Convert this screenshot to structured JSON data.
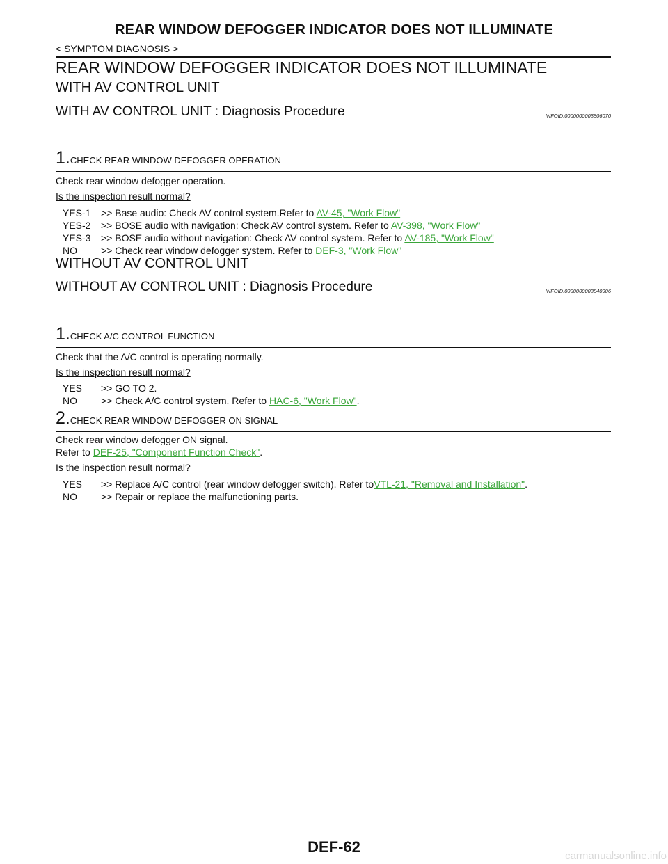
{
  "header": {
    "title": "REAR WINDOW DEFOGGER INDICATOR DOES NOT ILLUMINATE",
    "breadcrumb": "< SYMPTOM DIAGNOSIS >"
  },
  "section_title": "REAR WINDOW DEFOGGER INDICATOR DOES NOT ILLUMINATE",
  "with_av": {
    "heading": "WITH AV CONTROL UNIT",
    "procedure_title": "WITH AV CONTROL UNIT : Diagnosis Procedure",
    "infoid": "INFOID:0000000003806070",
    "step1": {
      "number": "1",
      "title": "CHECK REAR WINDOW DEFOGGER OPERATION",
      "instruction": "Check rear window defogger operation.",
      "question": "Is the inspection result normal?",
      "answers": [
        {
          "key": "YES-1",
          "text": ">> Base audio: Check AV control system.Refer to ",
          "link": "AV-45, \"Work Flow\"",
          "suffix": ""
        },
        {
          "key": "YES-2",
          "text": ">> BOSE audio with navigation: Check AV control system. Refer to ",
          "link": "AV-398, \"Work Flow\"",
          "suffix": ""
        },
        {
          "key": "YES-3",
          "text": ">> BOSE audio without navigation: Check AV control system. Refer to ",
          "link": "AV-185, \"Work Flow\"",
          "suffix": ""
        },
        {
          "key": "NO",
          "text": ">> Check rear window defogger system. Refer to ",
          "link": "DEF-3, \"Work Flow\"",
          "suffix": ""
        }
      ]
    }
  },
  "without_av": {
    "heading": "WITHOUT AV CONTROL UNIT",
    "procedure_title": "WITHOUT AV CONTROL UNIT : Diagnosis Procedure",
    "infoid": "INFOID:0000000003840906",
    "step1": {
      "number": "1",
      "title": "CHECK A/C CONTROL FUNCTION",
      "instruction": "Check that the A/C control is operating normally.",
      "question": "Is the inspection result normal?",
      "answers": [
        {
          "key": "YES",
          "text": ">> GO TO 2.",
          "link": "",
          "suffix": ""
        },
        {
          "key": "NO",
          "text": ">> Check A/C control system. Refer to ",
          "link": "HAC-6, \"Work Flow\"",
          "suffix": "."
        }
      ]
    },
    "step2": {
      "number": "2",
      "title": "CHECK REAR WINDOW DEFOGGER ON SIGNAL",
      "instruction": "Check rear window defogger ON signal.",
      "refer_prefix": "Refer to ",
      "refer_link": "DEF-25, \"Component Function Check\"",
      "refer_suffix": ".",
      "question": "Is the inspection result normal?",
      "answers": [
        {
          "key": "YES",
          "text": ">> Replace A/C control (rear window defogger switch). Refer to",
          "link": "VTL-21, \"Removal and Installation\"",
          "suffix": "."
        },
        {
          "key": "NO",
          "text": ">> Repair or replace the malfunctioning parts.",
          "link": "",
          "suffix": ""
        }
      ]
    }
  },
  "footer": {
    "page_number": "DEF-62",
    "watermark": "carmanualsonline.info"
  }
}
